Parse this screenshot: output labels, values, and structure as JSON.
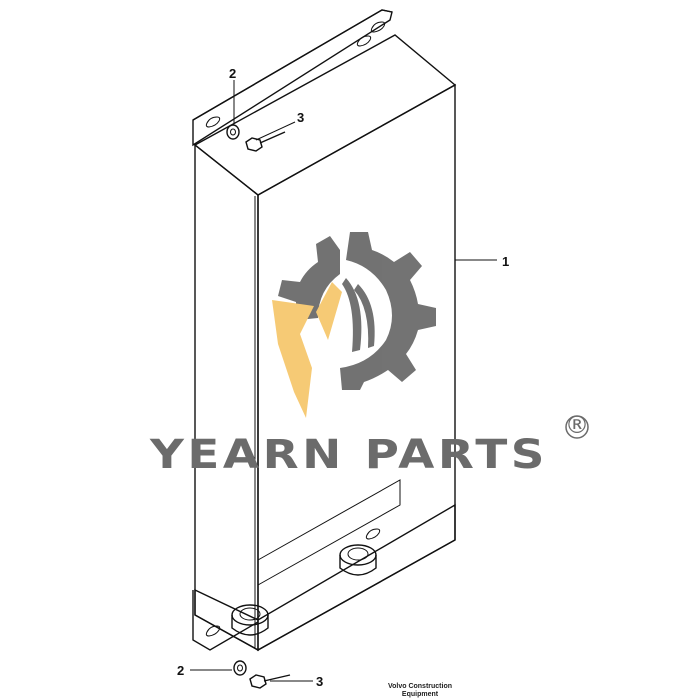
{
  "callouts": {
    "radiator": "1",
    "washer_top": "2",
    "bolt_top": "3",
    "washer_bottom": "2",
    "bolt_bottom": "3"
  },
  "watermark": {
    "brand_text": "YEARN PARTS",
    "registered_mark": "®",
    "colors": {
      "gear": "#6b6b6b",
      "accent": "#f6c86e"
    }
  },
  "credit": {
    "line1": "Volvo Construction",
    "line2": "Equipment"
  }
}
